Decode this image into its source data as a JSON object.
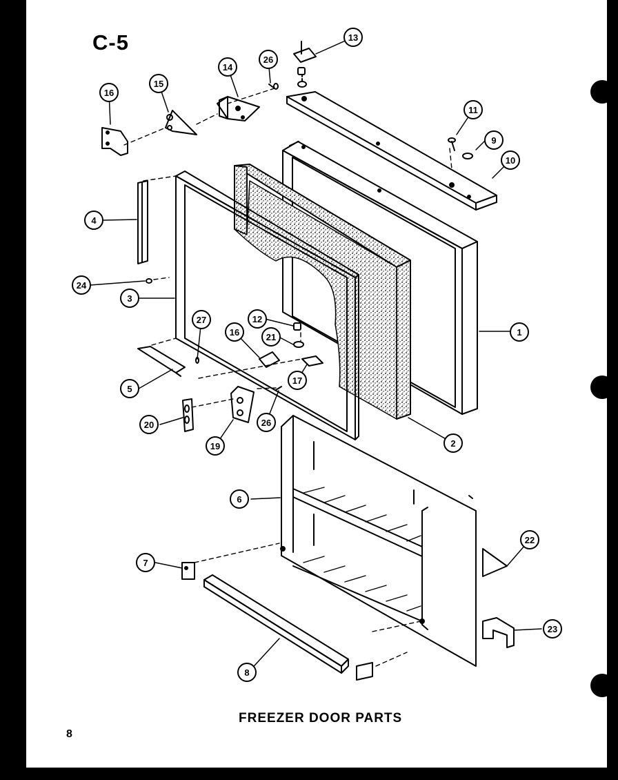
{
  "section_code": "C-5",
  "caption": "FREEZER DOOR PARTS",
  "page_number": "8",
  "callouts": [
    "1",
    "2",
    "3",
    "4",
    "5",
    "6",
    "7",
    "8",
    "9",
    "10",
    "11",
    "12",
    "13",
    "14",
    "15",
    "16",
    "16",
    "17",
    "19",
    "20",
    "21",
    "22",
    "23",
    "24",
    "26",
    "26",
    "27"
  ],
  "colors": {
    "ink": "#000000",
    "paper": "#ffffff"
  }
}
